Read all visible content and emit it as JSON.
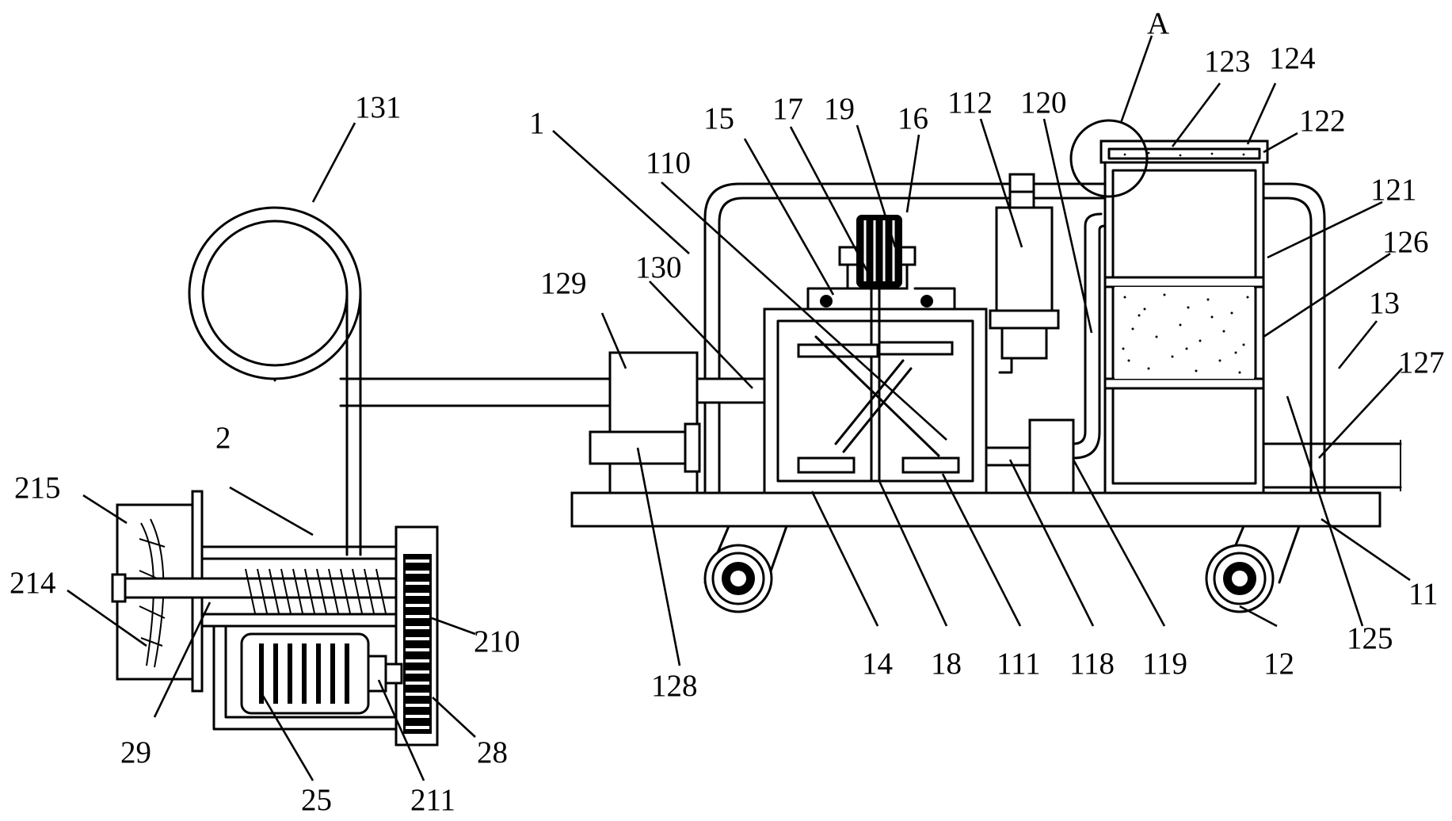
{
  "figure": {
    "labels": {
      "l1": "1",
      "l2": "2",
      "l11": "11",
      "l12": "12",
      "l13": "13",
      "l14": "14",
      "l15": "15",
      "l16": "16",
      "l17": "17",
      "l18": "18",
      "l19": "19",
      "l25": "25",
      "l28": "28",
      "l29": "29",
      "l110": "110",
      "l111": "111",
      "l112": "112",
      "l118": "118",
      "l119": "119",
      "l120": "120",
      "l121": "121",
      "l122": "122",
      "l123": "123",
      "l124": "124",
      "l125": "125",
      "l126": "126",
      "l127": "127",
      "l128": "128",
      "l129": "129",
      "l130": "130",
      "l131": "131",
      "l210": "210",
      "l211": "211",
      "l214": "214",
      "l215": "215",
      "lA": "A"
    }
  }
}
